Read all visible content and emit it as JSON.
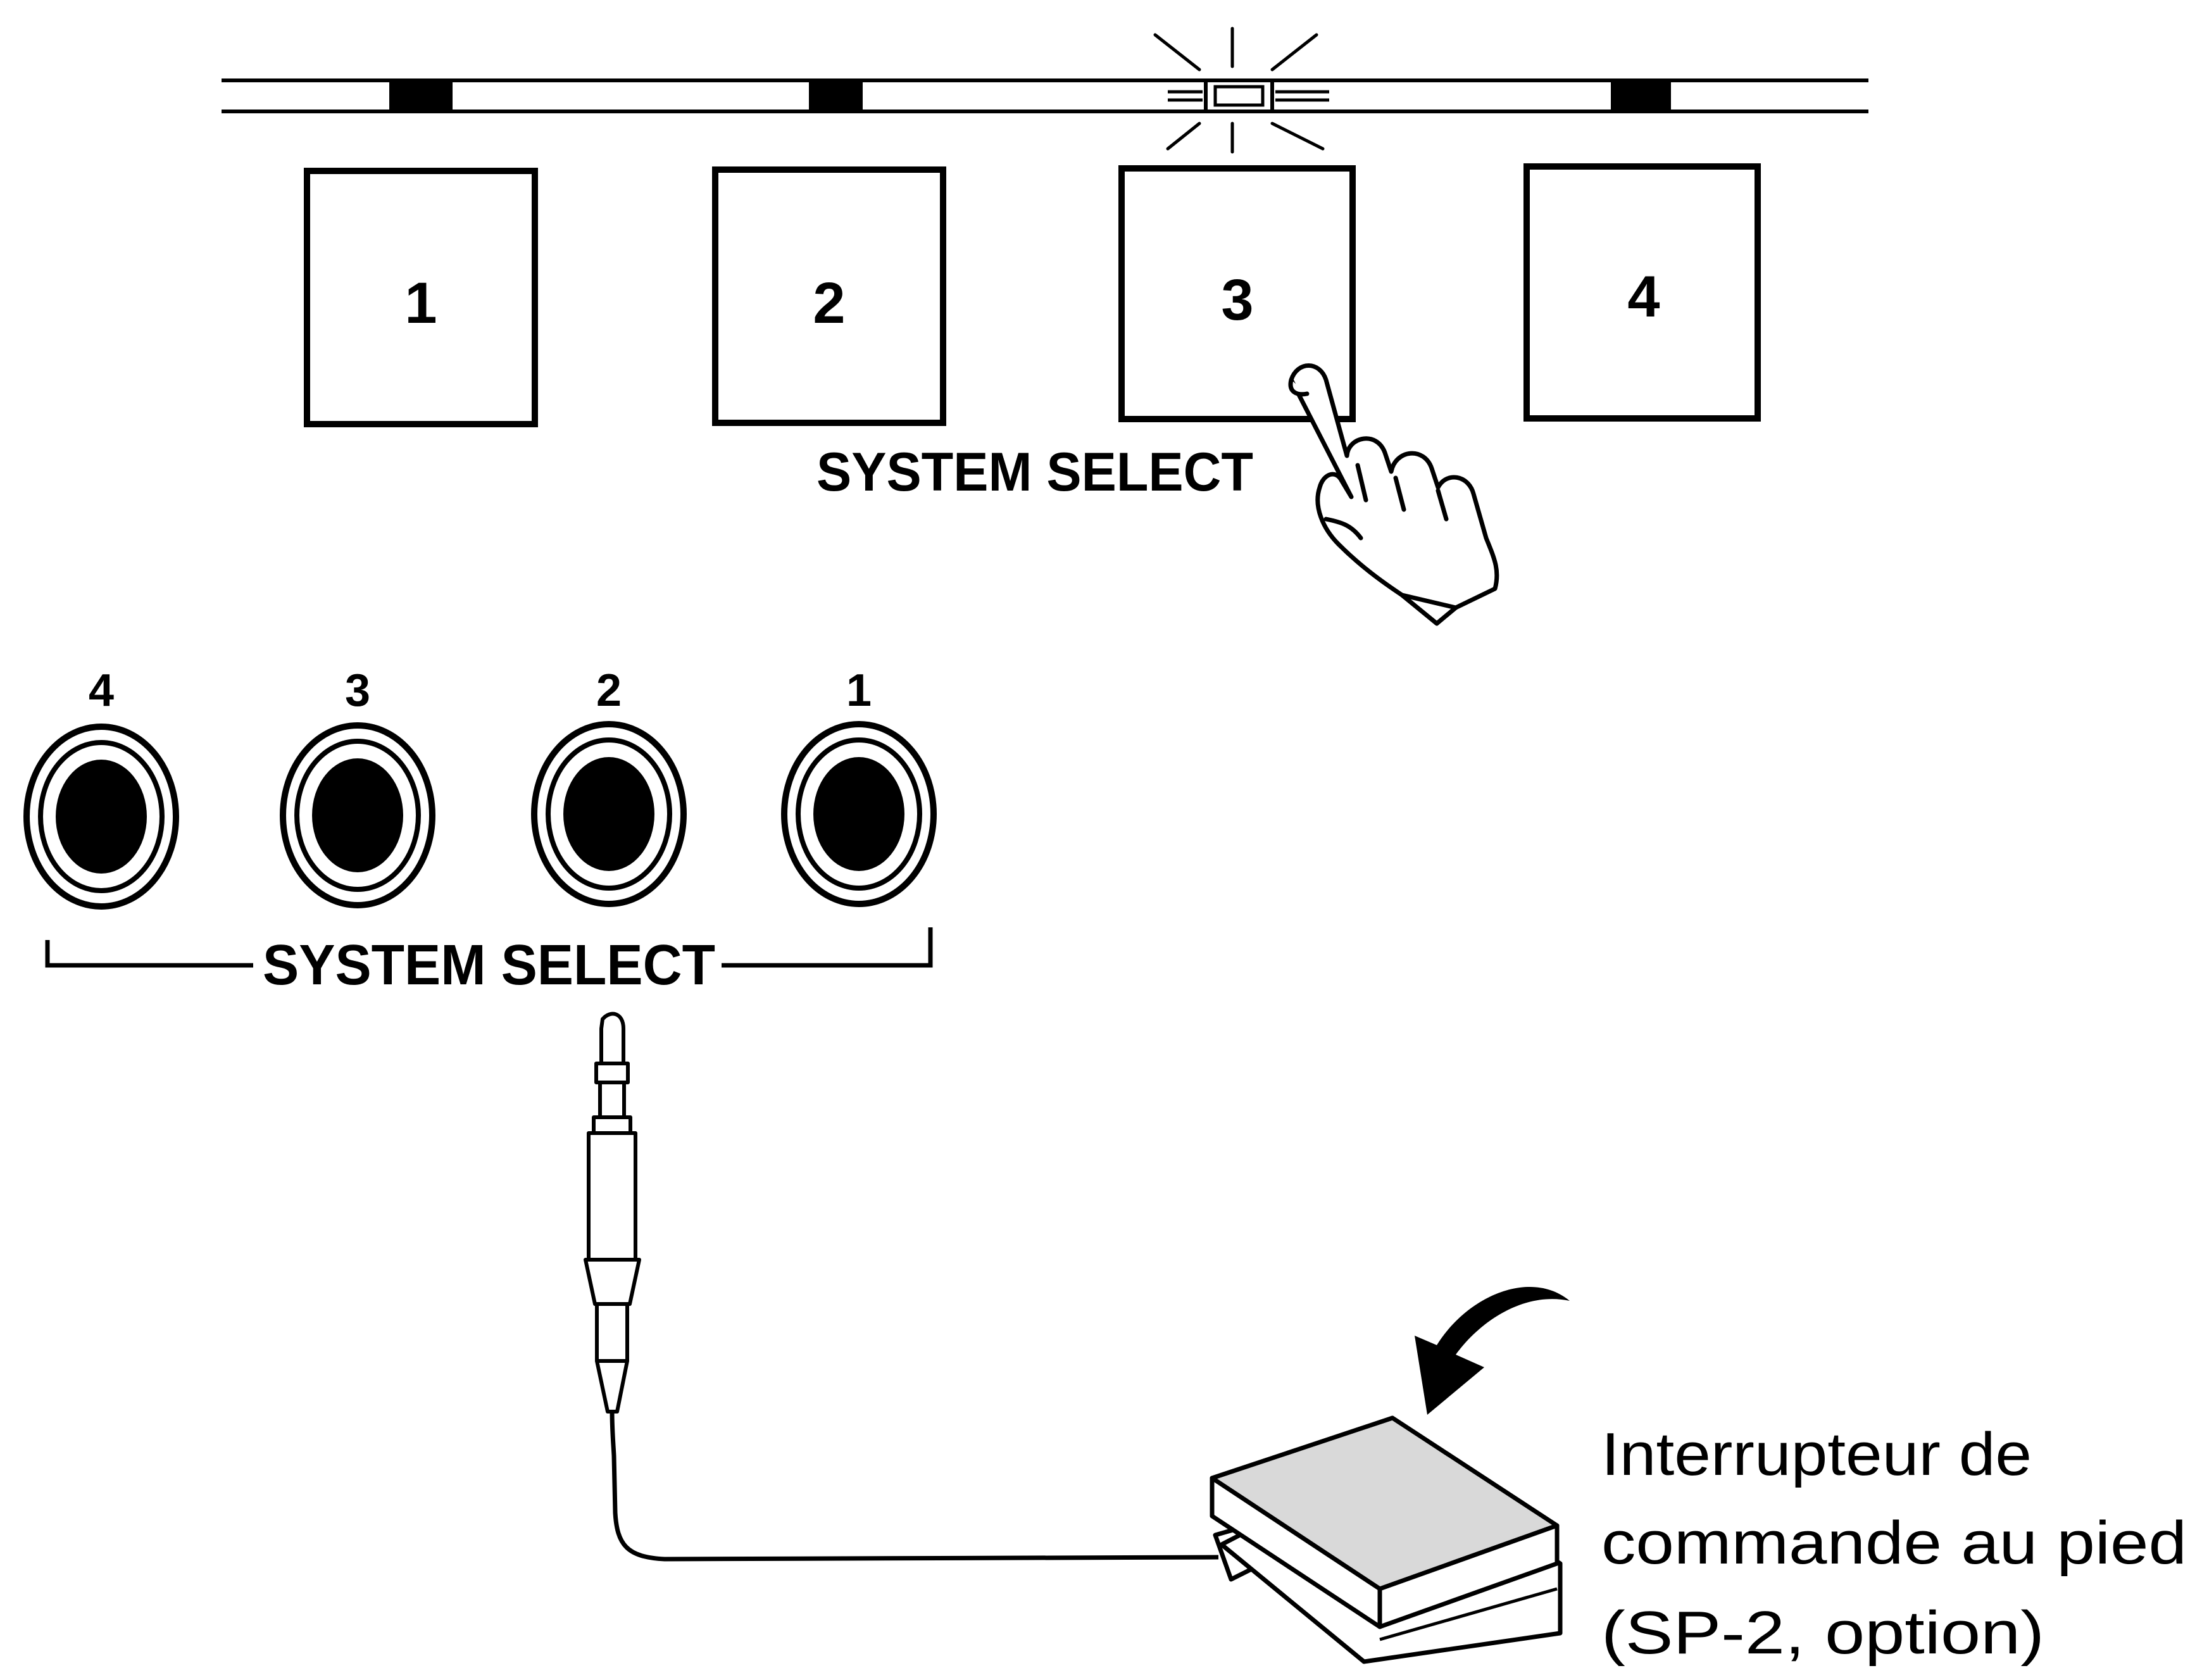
{
  "panel": {
    "buttons": [
      {
        "number": "1",
        "led_lit": false
      },
      {
        "number": "2",
        "led_lit": false
      },
      {
        "number": "3",
        "led_lit": true,
        "pressed": true
      },
      {
        "number": "4",
        "led_lit": false
      }
    ],
    "label": "SYSTEM SELECT"
  },
  "jacks": {
    "numbers": [
      "4",
      "3",
      "2",
      "1"
    ],
    "label": "SYSTEM SELECT"
  },
  "footswitch": {
    "caption_lines": [
      "Interrupteur de",
      "commande au pied",
      "(SP-2, option)"
    ]
  },
  "colors": {
    "ink": "#000000",
    "paper": "#ffffff"
  },
  "icons": [
    "pointing-hand-icon",
    "led-glow-icon",
    "curved-arrow-icon",
    "phone-plug-icon",
    "foot-pedal-icon"
  ]
}
